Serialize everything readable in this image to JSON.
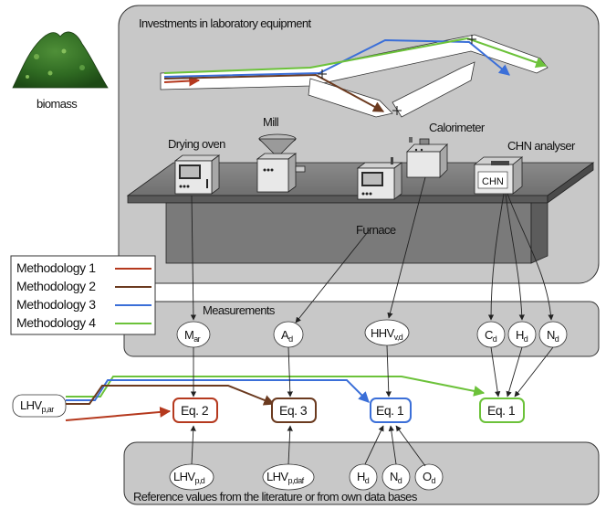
{
  "title": "Investments in laboratory equipment",
  "biomass_label": "biomass",
  "equipment": {
    "drying_oven": "Drying oven",
    "mill": "Mill",
    "calorimeter": "Calorimeter",
    "chn_analyser": "CHN analyser",
    "chn_screen": "CHN",
    "furnace": "Furnace"
  },
  "measurements_label": "Measurements",
  "reference_label": "Reference values from the literature or from own data bases",
  "legend": [
    {
      "label": "Methodology 1",
      "color": "#b5391e"
    },
    {
      "label": "Methodology 2",
      "color": "#6b3a1f"
    },
    {
      "label": "Methodology 3",
      "color": "#3b6fd8"
    },
    {
      "label": "Methodology 4",
      "color": "#6cc23a"
    }
  ],
  "variables": {
    "m_ar": {
      "main": "M",
      "sub": "ar"
    },
    "a_d": {
      "main": "A",
      "sub": "d"
    },
    "hhv_vd": {
      "main": "HHV",
      "sub": "v,d"
    },
    "c_d": {
      "main": "C",
      "sub": "d"
    },
    "h_d": {
      "main": "H",
      "sub": "d"
    },
    "n_d": {
      "main": "N",
      "sub": "d"
    },
    "lhv_p_ar": {
      "main": "LHV",
      "sub": "p,ar"
    },
    "lhv_p_d": {
      "main": "LHV",
      "sub": "p,d"
    },
    "lhv_p_daf": {
      "main": "LHV",
      "sub": "p,daf"
    },
    "ref_h_d": {
      "main": "H",
      "sub": "d"
    },
    "ref_n_d": {
      "main": "N",
      "sub": "d"
    },
    "ref_o_d": {
      "main": "O",
      "sub": "d"
    }
  },
  "equations": {
    "eq2": {
      "label": "Eq. 2",
      "color": "#b5391e"
    },
    "eq3": {
      "label": "Eq. 3",
      "color": "#6b3a1f"
    },
    "eq1_blue": {
      "label": "Eq. 1",
      "color": "#3b6fd8"
    },
    "eq1_green": {
      "label": "Eq. 1",
      "color": "#6cc23a"
    }
  }
}
